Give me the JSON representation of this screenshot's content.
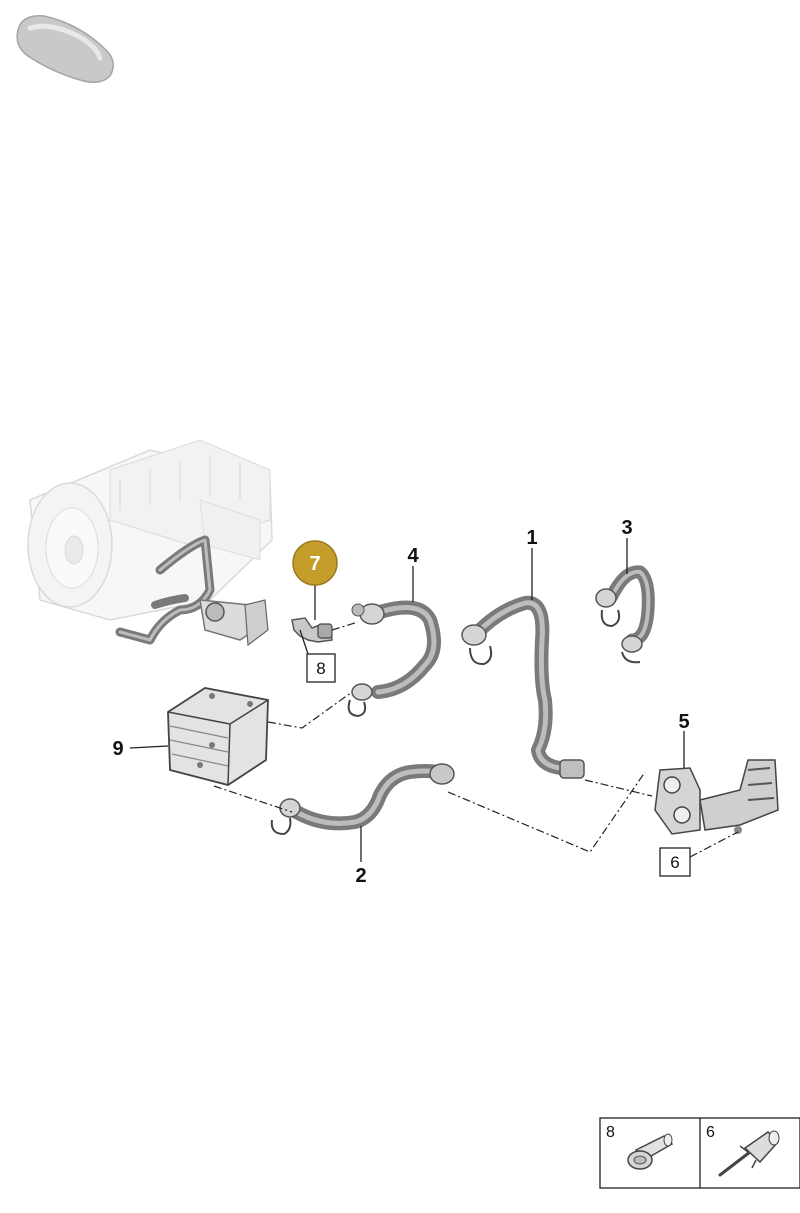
{
  "callouts": [
    {
      "id": "c1",
      "label": "1"
    },
    {
      "id": "c2",
      "label": "2"
    },
    {
      "id": "c3",
      "label": "3"
    },
    {
      "id": "c4",
      "label": "4"
    },
    {
      "id": "c5",
      "label": "5"
    },
    {
      "id": "c6",
      "label": "6"
    },
    {
      "id": "c7",
      "label": "7"
    },
    {
      "id": "c8",
      "label": "8"
    },
    {
      "id": "c9",
      "label": "9"
    }
  ],
  "highlight_color": "#c59d2b",
  "legend": [
    {
      "label": "8",
      "icon": "bolt-icon"
    },
    {
      "label": "6",
      "icon": "clip-rivet-icon"
    }
  ]
}
